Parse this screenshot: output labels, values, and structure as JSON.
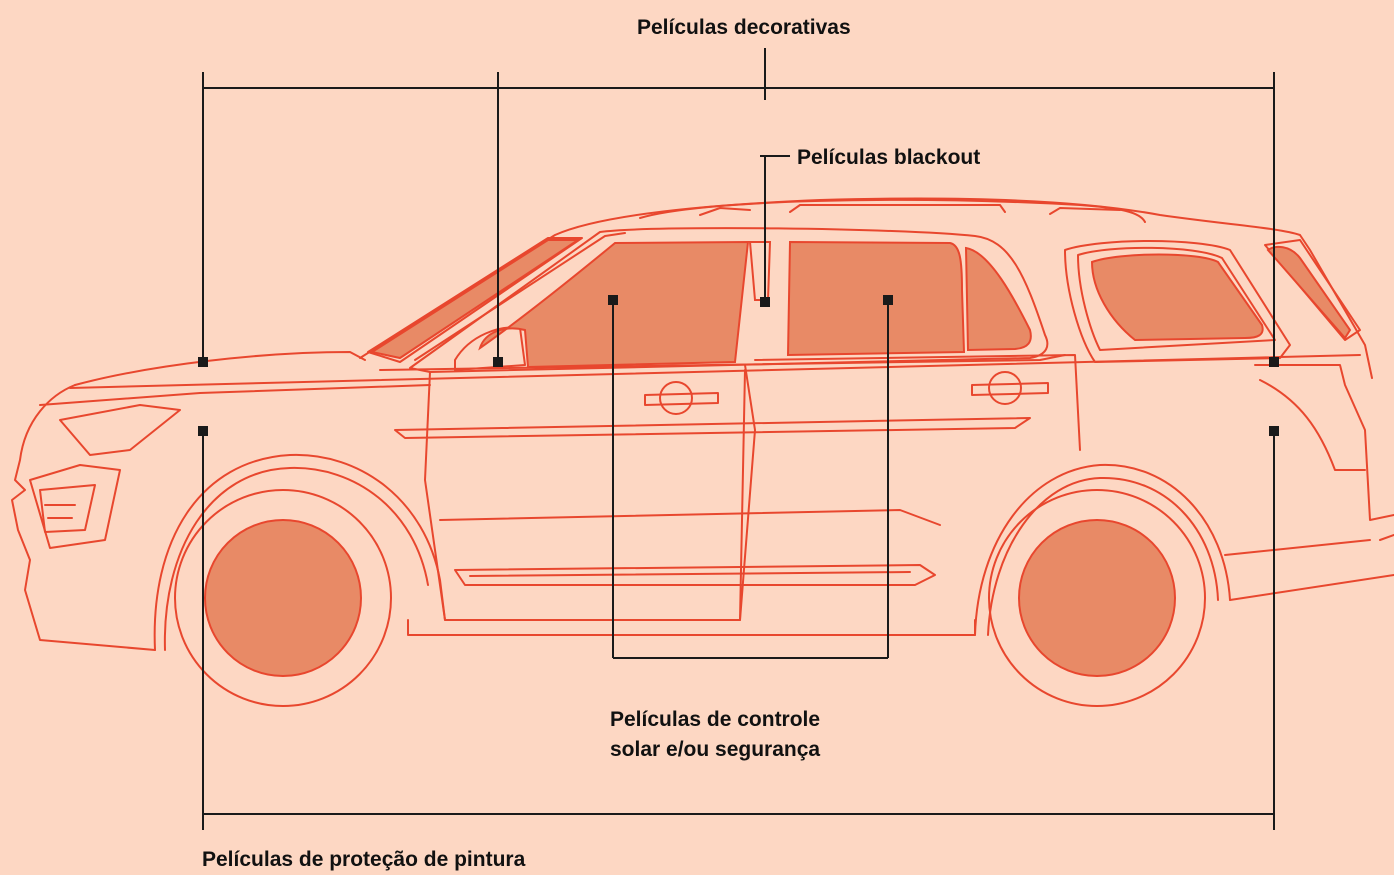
{
  "labels": {
    "decorativas": "Películas decorativas",
    "blackout": "Películas blackout",
    "controle_line1": "Películas de controle",
    "controle_line2": "solar e/ou segurança",
    "protecao": "Películas de proteção de pintura"
  },
  "colors": {
    "background": "#fdd7c3",
    "outline": "#e8472e",
    "fill": "#e88a66",
    "leader": "#1a1a1a",
    "text": "#111111"
  }
}
